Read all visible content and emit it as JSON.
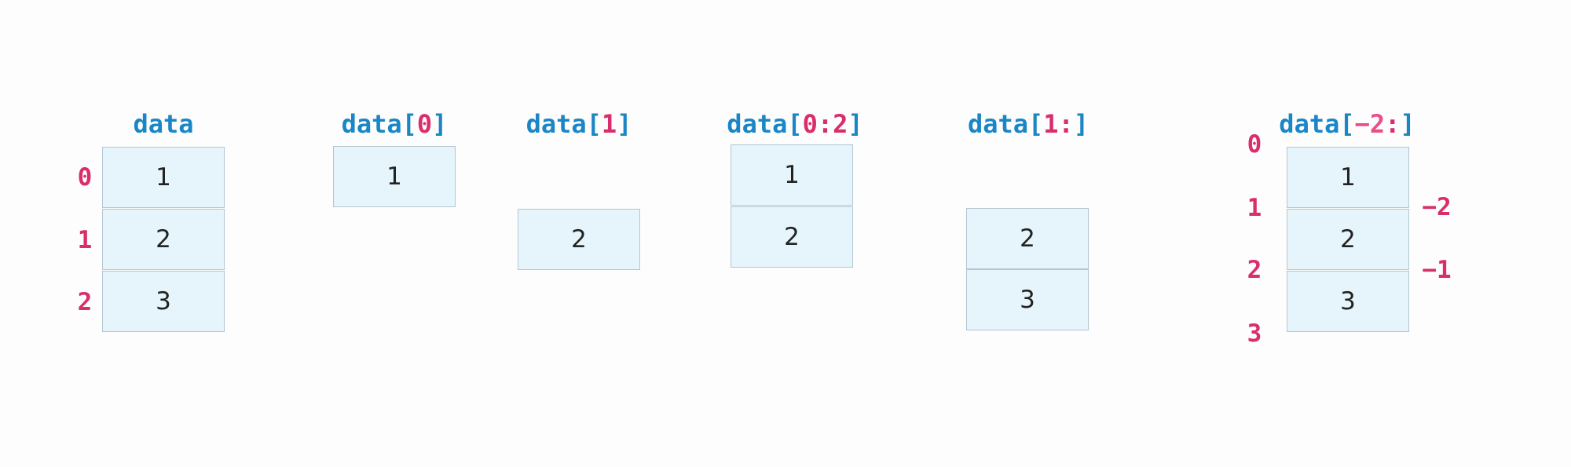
{
  "panels": [
    {
      "title": {
        "ident": "data"
      },
      "index_labels": [
        "0",
        "1",
        "2"
      ],
      "cells": [
        "1",
        "2",
        "3"
      ]
    },
    {
      "title": {
        "ident": "data",
        "open": "[",
        "slice": "0",
        "close": "]"
      },
      "cells": [
        "1"
      ]
    },
    {
      "title": {
        "ident": "data",
        "open": "[",
        "slice": "1",
        "close": "]"
      },
      "cells": [
        "2"
      ]
    },
    {
      "title": {
        "ident": "data",
        "open": "[",
        "slice": "0:2",
        "close": "]"
      },
      "cells": [
        "1",
        "2"
      ]
    },
    {
      "title": {
        "ident": "data",
        "open": "[",
        "slice": "1:",
        "close": "]"
      },
      "cells": [
        "2",
        "3"
      ]
    },
    {
      "title": {
        "ident": "data",
        "open": "[",
        "neg": "−2",
        "colon": ":",
        "close": "]"
      },
      "boundary_labels": [
        "0",
        "1",
        "2",
        "3"
      ],
      "negative_labels": [
        "−2",
        "−1"
      ],
      "cells": [
        "1",
        "2",
        "3"
      ]
    }
  ],
  "colors": {
    "identifier": "#1a86c5",
    "index": "#d92d6c",
    "negative_index": "#e8508a",
    "cell_fill": "#e5f5fb",
    "cell_border": "#b4c6d0"
  }
}
